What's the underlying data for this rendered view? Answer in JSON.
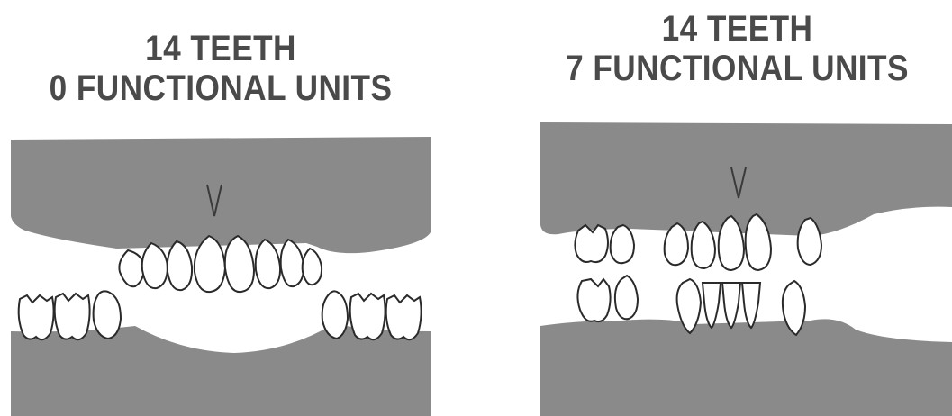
{
  "panels": [
    {
      "title_line1": "14 TEETH",
      "title_line2": "0 FUNCTIONAL UNITS"
    },
    {
      "title_line1": "14 TEETH",
      "title_line2": "7 FUNCTIONAL UNITS"
    }
  ],
  "colors": {
    "gum": "#8a8a8a",
    "tooth": "#ffffff",
    "outline": "#2a2a2a",
    "text": "#4a4a4a"
  }
}
